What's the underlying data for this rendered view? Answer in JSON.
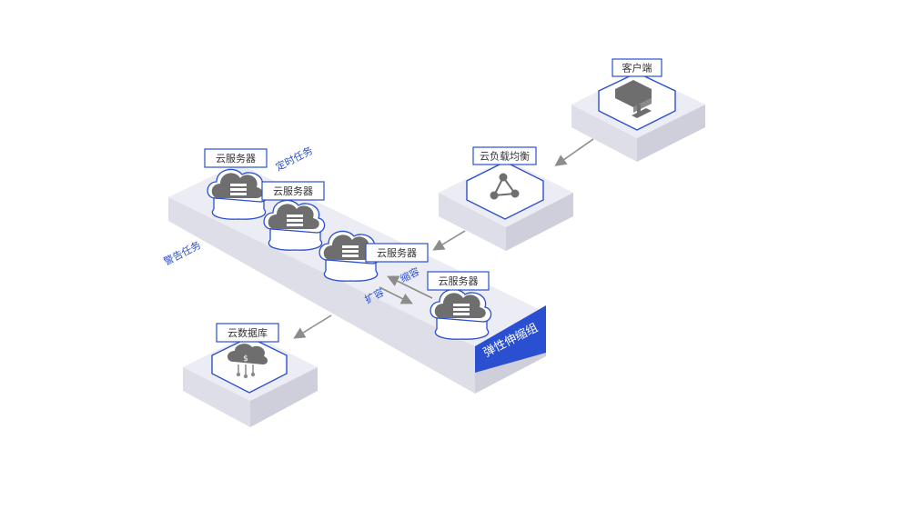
{
  "colors": {
    "accent": "#2a4fd0",
    "platform_top": "#ececf4",
    "platform_left": "#dedee8",
    "platform_right": "#cfcfdc",
    "icon_gray": "#6e6e6e",
    "arrow_gray": "#8c8c8c"
  },
  "nodes": {
    "client": {
      "label": "客户端",
      "icon": "desktop-icon"
    },
    "load_balancer": {
      "label": "云负载均衡",
      "icon": "share-nodes-icon"
    },
    "database": {
      "label": "云数据库",
      "icon": "database-icon"
    }
  },
  "servers": [
    {
      "label": "云服务器",
      "icon": "server-cloud-icon"
    },
    {
      "label": "云服务器",
      "icon": "server-cloud-icon"
    },
    {
      "label": "云服务器",
      "icon": "server-cloud-icon"
    },
    {
      "label": "云服务器",
      "icon": "server-cloud-icon"
    }
  ],
  "annotations": {
    "scheduled_task": "定时任务",
    "alarm_task": "警告任务",
    "scale_out": "扩容",
    "scale_in": "缩容"
  },
  "auto_scaling_group": {
    "label": "弹性伸缩组"
  }
}
